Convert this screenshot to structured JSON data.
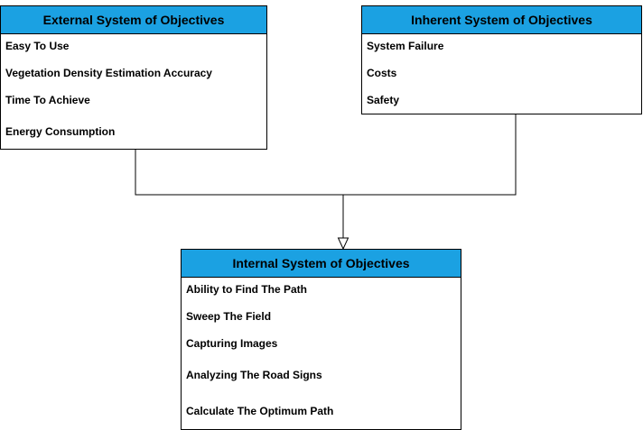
{
  "external": {
    "title": "External System of Objectives",
    "items": [
      "Easy To Use",
      "Vegetation Density Estimation Accuracy",
      "Time To Achieve",
      "Energy Consumption"
    ]
  },
  "inherent": {
    "title": "Inherent System of Objectives",
    "items": [
      "System Failure",
      "Costs",
      "Safety"
    ]
  },
  "internal": {
    "title": "Internal System of Objectives",
    "items": [
      "Ability to Find The Path",
      "Sweep The Field",
      "Capturing Images",
      "Analyzing The Road Signs",
      "Calculate The Optimum Path"
    ]
  },
  "colors": {
    "header": "#1ba1e2",
    "border": "#000000"
  }
}
